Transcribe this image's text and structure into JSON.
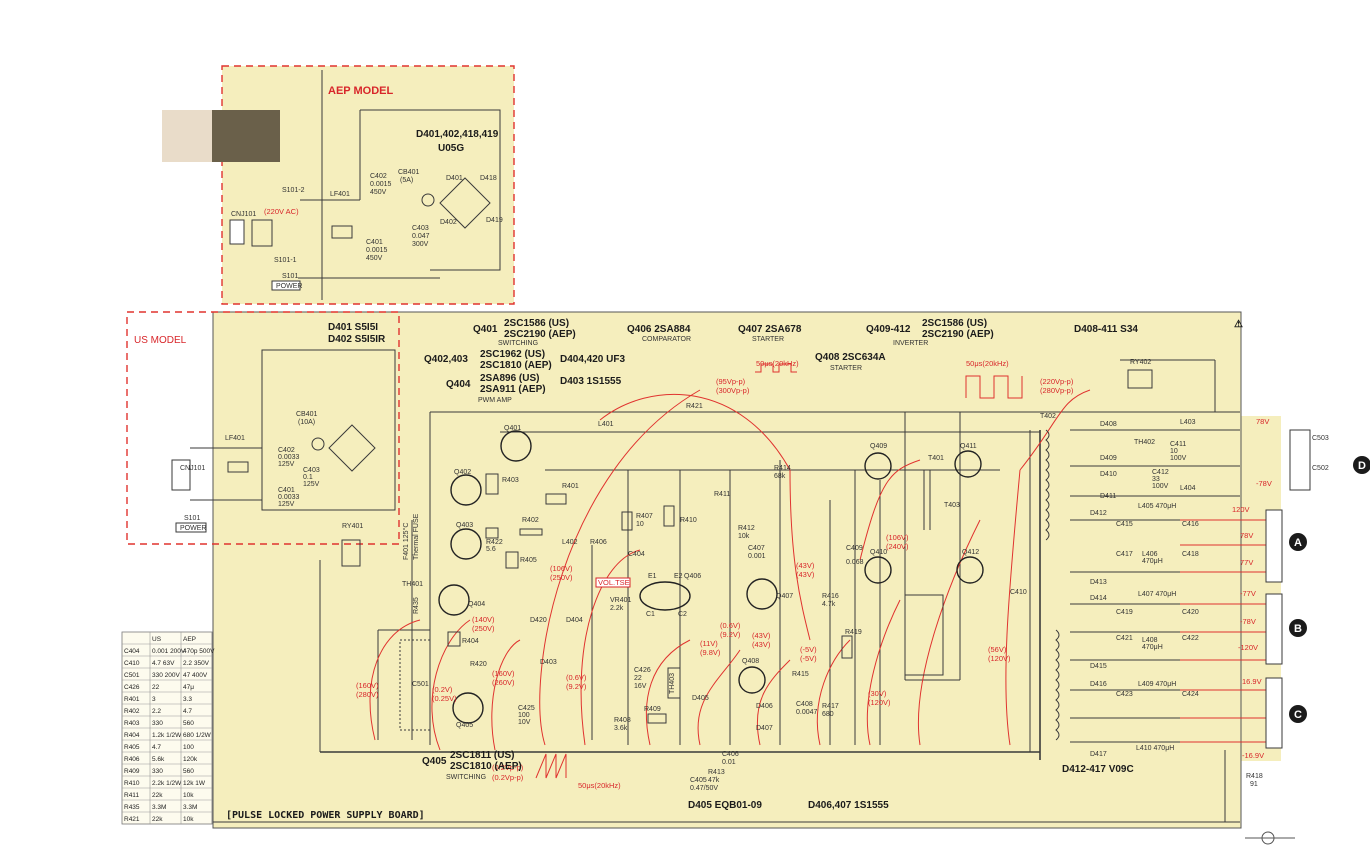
{
  "aep": {
    "title": "AEP MODEL",
    "diodes": "D401,402,418,419",
    "diodes_part": "U05G",
    "switch_top": "S101-2",
    "filter": "LF401",
    "cnj": "CNJ101",
    "ac_volt": "(220V AC)",
    "switch_bottom": "S101-1",
    "switch_name": "S101",
    "power": "POWER",
    "c402": "C402",
    "c402_val": "0.0015",
    "c402_v": "450V",
    "c401": "C401",
    "c401_val": "0.0015",
    "c401_v": "450V",
    "cb401": "CB401",
    "cb401_val": "(5A)",
    "c403": "C403",
    "c403_val": "0.047",
    "c403_v": "300V",
    "d401": "D401",
    "d418": "D418",
    "d402": "D402",
    "d419": "D419"
  },
  "us": {
    "title": "US MODEL",
    "d401": "D401  S5I5I",
    "d402": "D402  S5I5IR",
    "filter": "LF401",
    "cnj": "CNJ101",
    "s101": "S101",
    "power": "POWER",
    "cb401": "CB401",
    "cb401_val": "(10A)",
    "c402": "C402",
    "c402_val": "0.0033",
    "c402_v": "125V",
    "c403": "C403",
    "c403_val": "0.1",
    "c403_v": "125V",
    "c401": "C401",
    "c401_val": "0.0033",
    "c401_v": "125V"
  },
  "header": {
    "q401": "Q401",
    "q401_parts": "2SC1586 (US)",
    "q401_parts2": "2SC2190 (AEP)",
    "q401_role": "SWITCHING",
    "q406": "Q406  2SA884",
    "q406_role": "COMPARATOR",
    "q407": "Q407  2SA678",
    "q407_role": "STARTER",
    "q409": "Q409-412",
    "q409_parts": "2SC1586 (US)",
    "q409_parts2": "2SC2190 (AEP)",
    "q409_role": "INVERTER",
    "d408": "D408-411  S34",
    "q402": "Q402,403",
    "q402_parts": "2SC1962 (US)",
    "q402_parts2": "2SC1810 (AEP)",
    "q404": "Q404",
    "q404_parts": "2SA896 (US)",
    "q404_parts2": "2SA911 (AEP)",
    "q404_role": "PWM AMP",
    "d404": "D404,420  UF3",
    "d403": "D403  1S1555",
    "q408": "Q408  2SC634A",
    "q408_role": "STARTER"
  },
  "footer": {
    "board_title": "[PULSE LOCKED POWER SUPPLY BOARD]",
    "q405": "Q405",
    "q405_parts": "2SC1811 (US)",
    "q405_parts2": "2SC1810 (AEP)",
    "q405_role": "SWITCHING",
    "d405": "D405  EQB01-09",
    "d406": "D406,407  1S1555",
    "d412": "D412-417  V09C",
    "r418": "R418",
    "r418_val": "91",
    "pulse": "50μs(20kHz)"
  },
  "waves": {
    "w1_label": "50μs(20kHz)",
    "w1_v1": "(95Vp-p)",
    "w1_v2": "(300Vp-p)",
    "w2_label": "50μs(20kHz)",
    "w2_v1": "(220Vp-p)",
    "w2_v2": "(280Vp-p)",
    "w3_v1": "(0.2Vp-p)",
    "w3_v2": "(0.2Vp-p)"
  },
  "outputs": {
    "v1": "78V",
    "v2": "-78V",
    "v3": "120V",
    "v4": "78V",
    "v5": "77V",
    "v6": "-77V",
    "v7": "-78V",
    "v8": "-120V",
    "v9": "16.9V",
    "v10": "-16.9V",
    "block_a": "A",
    "block_b": "B",
    "block_c": "C",
    "block_d": "D"
  },
  "components": {
    "t402": "T402",
    "t401": "T401",
    "t403": "T403",
    "ry401": "RY401",
    "ry402": "RY402",
    "th401": "TH401",
    "th402": "TH402",
    "fuse": "F401  125°C",
    "fuse2": "Thermal FUSE",
    "l401": "L401",
    "l402": "L402",
    "l403": "L403",
    "l404": "L404",
    "l405": "L405  470μH",
    "l406": "L406",
    "l406_val": "470μH",
    "l407": "L407  470μH",
    "l408": "L408",
    "l408_val": "470μH",
    "l409": "L409  470μH",
    "l410": "L410  470μH",
    "q401": "Q401",
    "q402": "Q402",
    "q403": "Q403",
    "q404": "Q404",
    "q405": "Q405",
    "q406": "Q406",
    "q407": "Q407",
    "q408": "Q408",
    "q409": "Q409",
    "q410": "Q410",
    "q411": "Q411",
    "q412": "Q412",
    "r401": "R401",
    "r402": "R402",
    "r403": "R403",
    "r404": "R404",
    "r405": "R405",
    "r406": "R406",
    "r407": "R407",
    "r407_val": "10",
    "r408": "R408",
    "r408_val": "3.6k",
    "r409": "R409",
    "r410": "R410",
    "r411": "R411",
    "r412": "R412",
    "r412_val": "10k",
    "r413": "R413",
    "r413_val": "47k",
    "r414": "R414",
    "r414_val": "68k",
    "r415": "R415",
    "r416": "R416",
    "r416_val": "4.7k",
    "r417": "R417",
    "r417_val": "680",
    "r419": "R419",
    "r420": "R420",
    "r421": "R421",
    "r422": "R422",
    "r422_val": "5.6",
    "c404": "C404",
    "c405": "C405",
    "c405_val": "0.47/50V",
    "c406": "C406",
    "c406_val": "0.01",
    "c407": "C407",
    "c407_val": "0.001",
    "c408": "C408",
    "c408_val": "0.0047",
    "c409": "C409",
    "c409_val": "0.068",
    "c410": "C410",
    "c411": "C411",
    "c411_val": "10",
    "c411_v": "100V",
    "c412": "C412",
    "c412_val": "33",
    "c412_v": "100V",
    "c415": "C415",
    "c416": "C416",
    "c417": "C417",
    "c418": "C418",
    "c419": "C419",
    "c420": "C420",
    "c421": "C421",
    "c422": "C422",
    "c423": "C423",
    "c424": "C424",
    "c425": "C425",
    "c425_val": "100",
    "c425_v": "10V",
    "c426": "C426",
    "c426_val": "22",
    "c426_v": "16V",
    "c501": "C501",
    "c502": "C502",
    "c503": "C503",
    "d403": "D403",
    "d404": "D404",
    "d405": "D405",
    "d406": "D406",
    "d407": "D407",
    "d408": "D408",
    "d409": "D409",
    "d410": "D410",
    "d411": "D411",
    "d412": "D412",
    "d413": "D413",
    "d414": "D414",
    "d415": "D415",
    "d416": "D416",
    "d417": "D417",
    "d420": "D420",
    "e1": "E1",
    "e2": "E2",
    "c1": "C1",
    "c2": "C2",
    "vr401": "VR401",
    "vr401_val": "2.2k",
    "vol": "VOL.TSE",
    "th403": "TH403"
  },
  "volts": {
    "v_160": "(160V)",
    "v_280": "(280V)",
    "v_0_2": "(0.2V)",
    "v_0_25": "(0.25V)",
    "v_140": "(140V)",
    "v_250": "(250V)",
    "v_160b": "(160V)",
    "v_260": "(260V)",
    "v_106": "(106V)",
    "v_250b": "(250V)",
    "v_0_6": "(0.6V)",
    "v_9_2": "(9.2V)",
    "v_0_6b": "(0.6V)",
    "v_9_2b": "(9.2V)",
    "v_11": "(11V)",
    "v_9_8": "(9.8V)",
    "v_43": "(43V)",
    "v_43b": "(43V)",
    "v_43c": "(43V)",
    "v_43d": "(43V)",
    "v_m5": "(-5V)",
    "v_m5b": "(-5V)",
    "v_30": "(30V)",
    "v_120": "(120V)",
    "v_106b": "(106V)",
    "v_240": "(240V)",
    "v_56": "(56V)",
    "v_120b": "(120V)"
  },
  "table": {
    "headers": [
      "",
      "US",
      "AEP"
    ],
    "rows": [
      [
        "C404",
        "0.001 200V",
        "470p 500V"
      ],
      [
        "C410",
        "4.7 63V",
        "2.2 350V"
      ],
      [
        "C501",
        "330 200V",
        "47 400V"
      ],
      [
        "C426",
        "22",
        "47μ"
      ],
      [
        "R401",
        "3",
        "3.3"
      ],
      [
        "R402",
        "2.2",
        "4.7"
      ],
      [
        "R403",
        "330",
        "560"
      ],
      [
        "R404",
        "1.2k 1/2W",
        "680 1/2W"
      ],
      [
        "R405",
        "4.7",
        "100"
      ],
      [
        "R406",
        "5.6k",
        "120k"
      ],
      [
        "R409",
        "330",
        "560"
      ],
      [
        "R410",
        "2.2k 1/2W",
        "12k 1W"
      ],
      [
        "R411",
        "22k",
        "10k"
      ],
      [
        "R435",
        "3.3M",
        "3.3M"
      ],
      [
        "R421",
        "22k",
        "10k"
      ]
    ]
  }
}
